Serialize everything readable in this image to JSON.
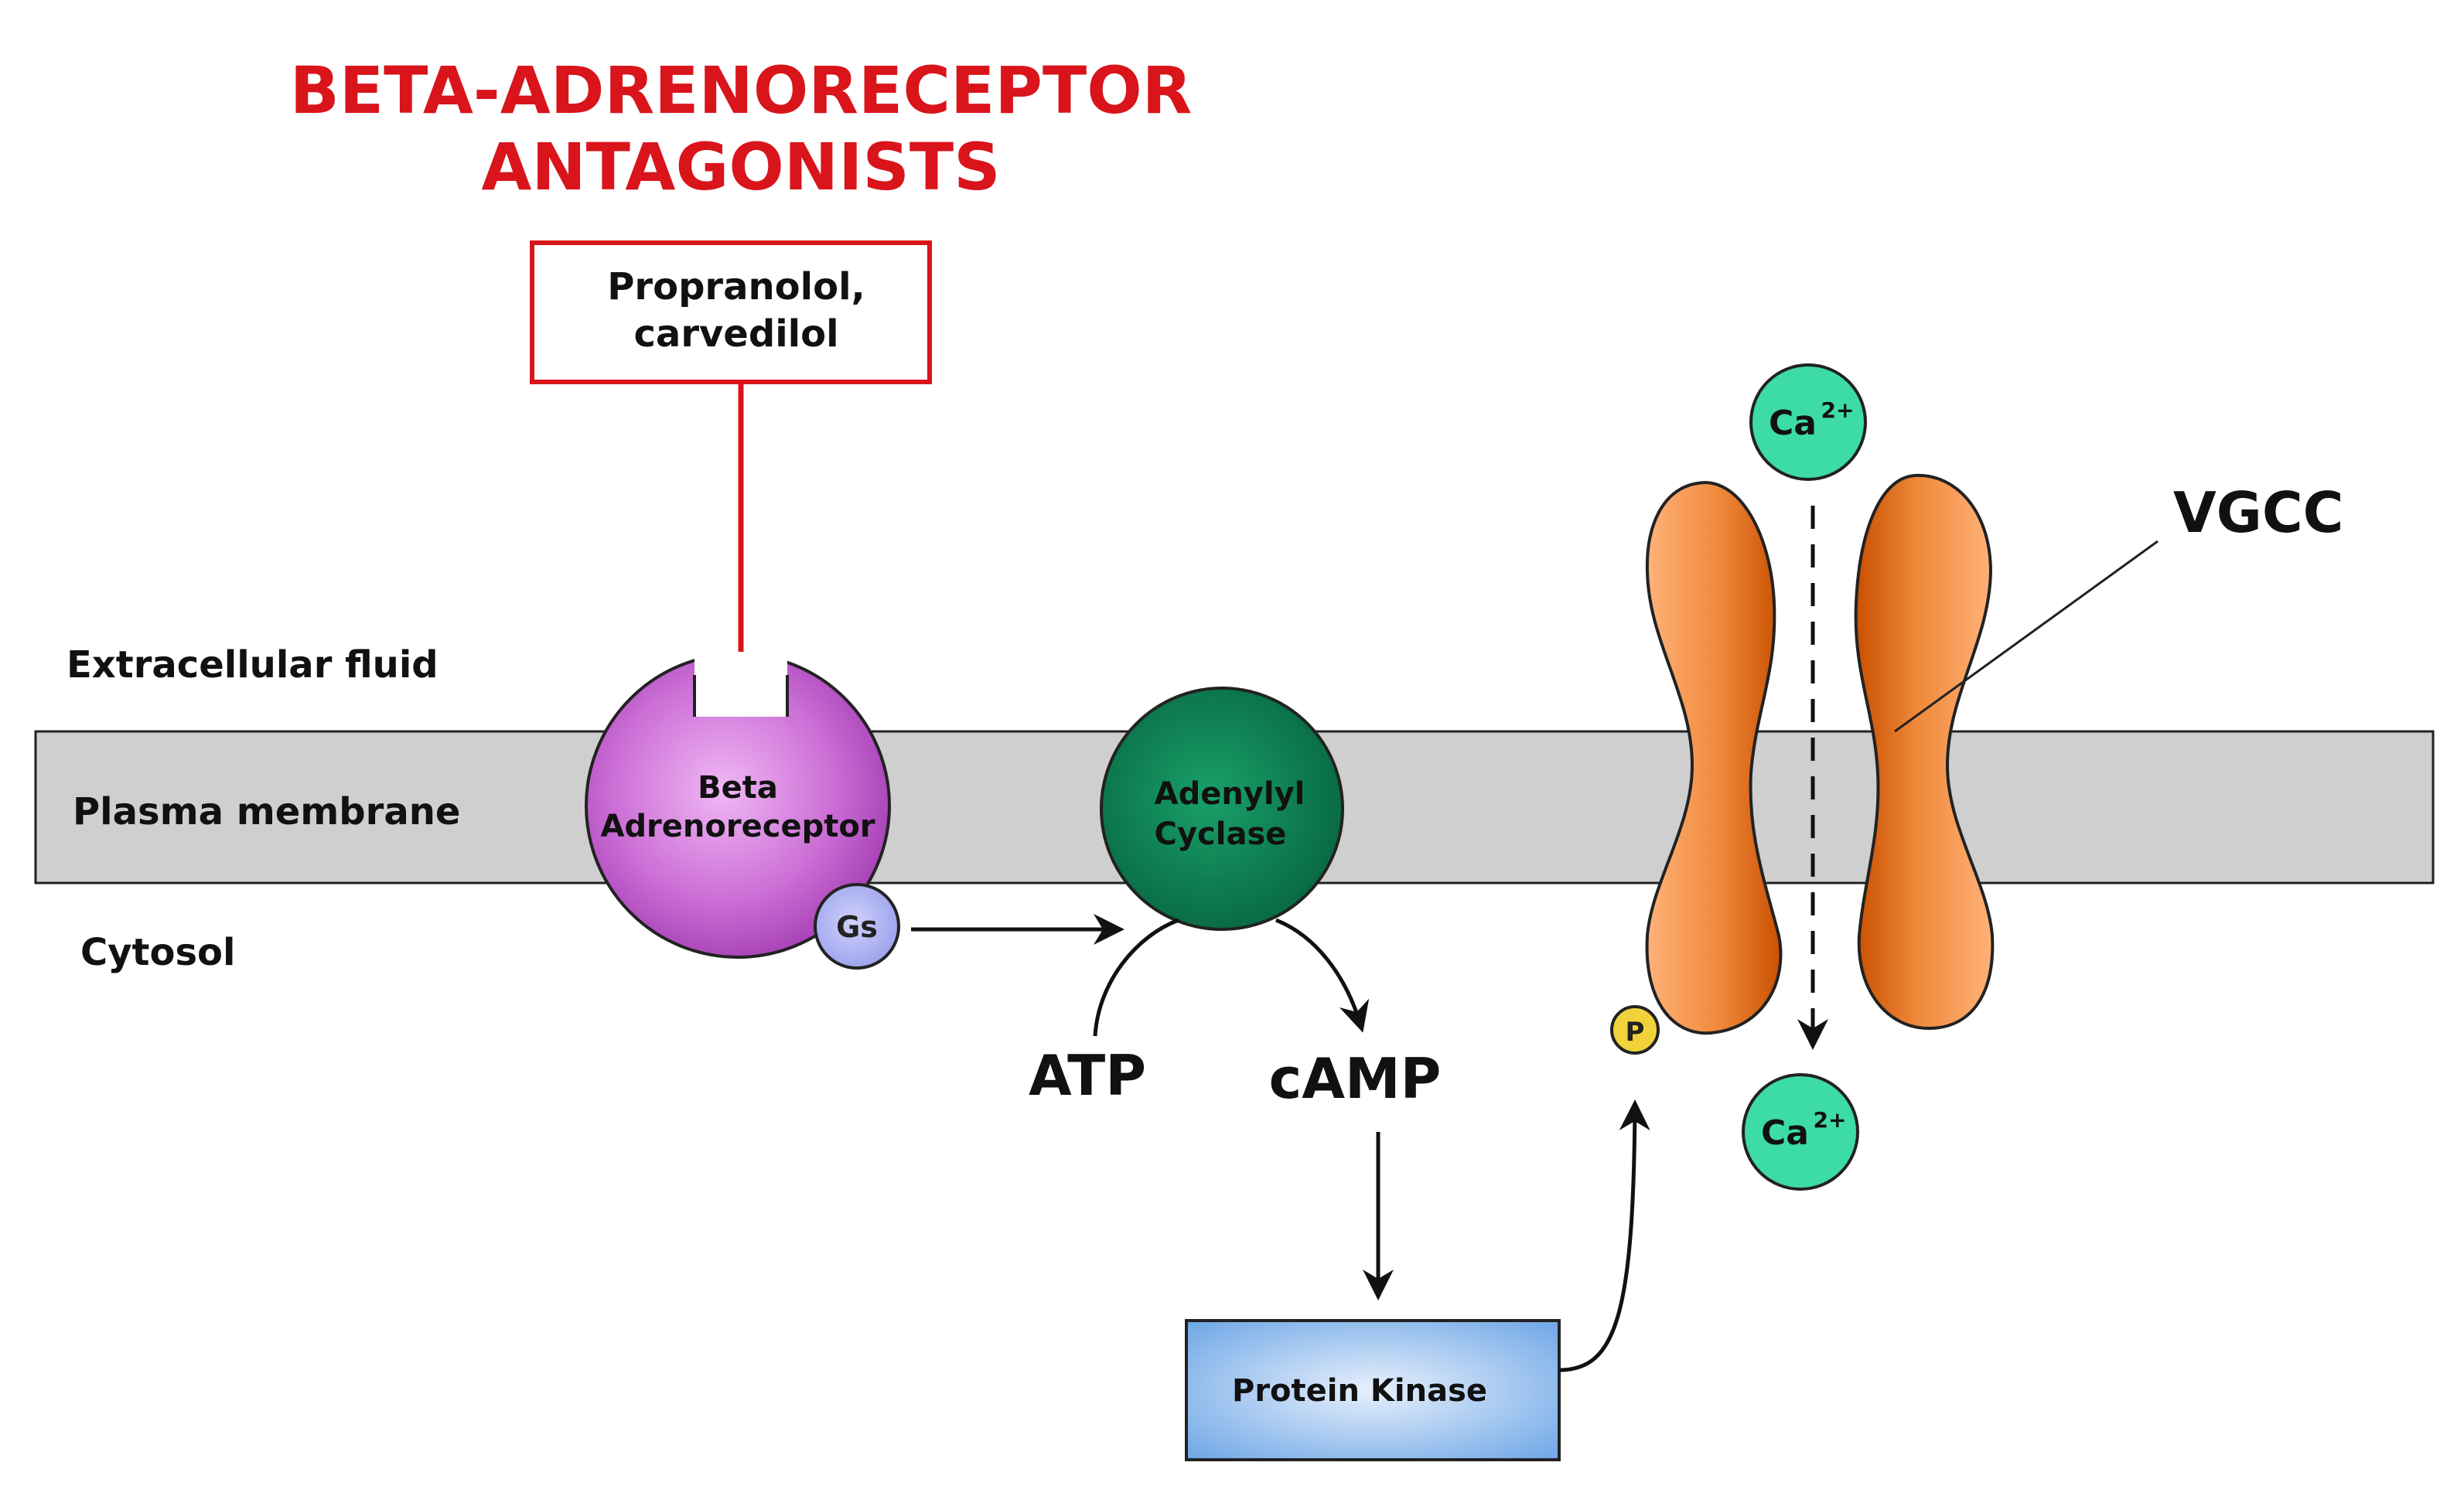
{
  "title": {
    "line1": "BETA-ADRENORECEPTOR",
    "line2": "ANTAGONISTS"
  },
  "drug_box": {
    "line1": "Propranolol,",
    "line2": "carvedilol"
  },
  "regions": {
    "extracellular": "Extracellular fluid",
    "membrane": "Plasma membrane",
    "cytosol": "Cytosol"
  },
  "receptor": {
    "line1": "Beta",
    "line2": "Adrenoreceptor"
  },
  "gs": "Gs",
  "adenylyl_cyclase": {
    "line1": "Adenylyl",
    "line2": "Cyclase"
  },
  "atp": "ATP",
  "camp": "cAMP",
  "protein_kinase": "Protein Kinase",
  "phosphate": "P",
  "vgcc": "VGCC",
  "calcium": {
    "symbol": "Ca",
    "charge": "2+"
  },
  "colors": {
    "title_red": "#d9141b",
    "inhibitor_red": "#d9141b",
    "membrane_gray": "#cfcfcf",
    "receptor_purple": "#b94fc6",
    "gs_lavender": "#a8adf0",
    "cyclase_green": "#0b7a4e",
    "channel_orange": "#e0701f",
    "calcium_teal": "#3ddba5",
    "phosphate_yellow": "#f1d23a",
    "kinase_blue": "#7aaee8"
  }
}
